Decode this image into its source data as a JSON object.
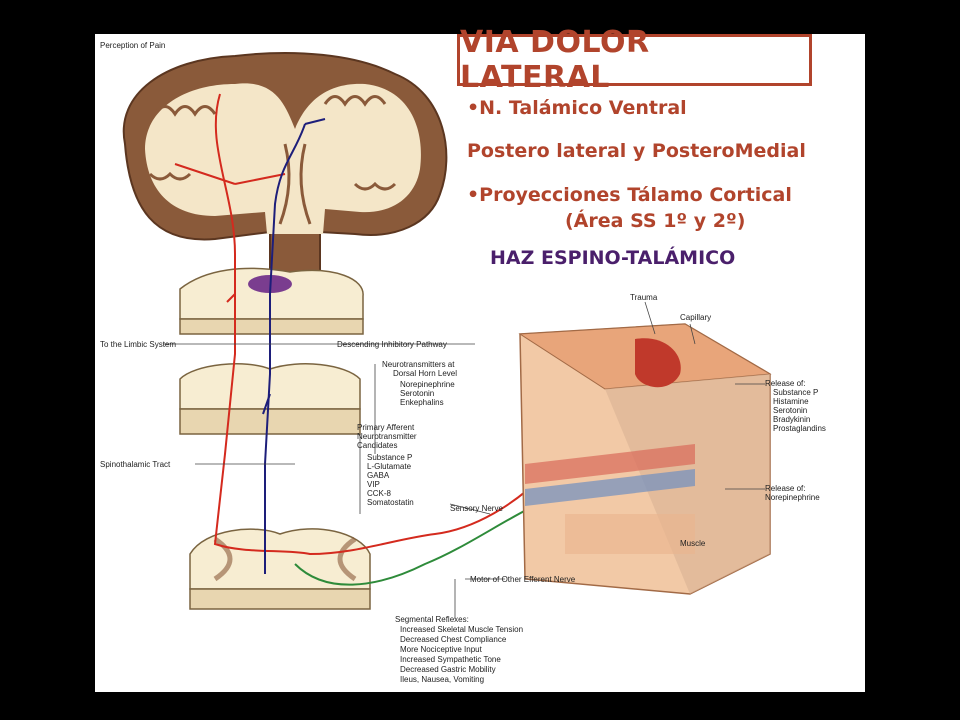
{
  "slide": {
    "title": "VIA DOLOR LATERAL",
    "bullets": [
      "•N. Talámico Ventral",
      "Postero lateral y PosteroMedial",
      "•Proyecciones Tálamo Cortical",
      "(Área SS 1º y 2º)"
    ],
    "subtitle": "HAZ ESPINO-TALÁMICO"
  },
  "figure": {
    "labels": {
      "perception": "Perception of Pain",
      "limbic": "To the Limbic System",
      "descending": "Descending Inhibitory Pathway",
      "neuro_title": "Neurotransmitters at",
      "neuro_title2": "Dorsal Horn Level",
      "neuro_items": [
        "Norepinephrine",
        "Serotonin",
        "Enkephalins"
      ],
      "primary_title": "Primary Afferent",
      "primary_title2": "Neurotransmitter",
      "primary_title3": "Candidates",
      "primary_items": [
        "Substance P",
        "L-Glutamate",
        "GABA",
        "VIP",
        "CCK-8",
        "Somatostatin"
      ],
      "spinothalamic": "Spinothalamic Tract",
      "sensory": "Sensory Nerve",
      "motor": "Motor of Other Efferent Nerve",
      "trauma": "Trauma",
      "capillary": "Capillary",
      "release1": "Release of:",
      "release1_items": [
        "Substance P",
        "Histamine",
        "Serotonin",
        "Bradykinin",
        "Prostaglandins"
      ],
      "release2": "Release of:",
      "release2_items": [
        "Norepinephrine"
      ],
      "muscle": "Muscle",
      "segmental_title": "Segmental Reflexes:",
      "segmental_items": [
        "Increased Skeletal Muscle Tension",
        "Decreased Chest Compliance",
        "More Nociceptive Input",
        "Increased Sympathetic Tone",
        "Decreased Gastric Mobility",
        "Ileus, Nausea, Vomiting"
      ]
    },
    "colors": {
      "ascending": "#d42a1e",
      "descending": "#1d1e7a",
      "efferent": "#2e8b3a",
      "brain_gray": "#8a5a3a",
      "brain_white": "#f4e6c8",
      "accent_title": "#b1442c",
      "subtitle": "#4a1f6b"
    }
  }
}
